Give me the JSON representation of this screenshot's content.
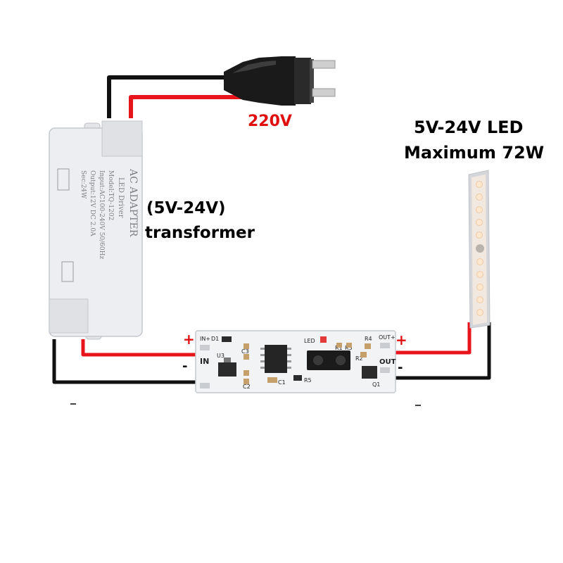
{
  "labels": {
    "mains_voltage": "220V",
    "led_line1": "5V-24V LED",
    "led_line2": "Maximum 72W",
    "transformer_line1": "(5V-24V)",
    "transformer_line2": "transformer"
  },
  "signs": {
    "plus": "+",
    "minus": "-"
  },
  "adapter_text": {
    "title": "AC  ADAPTER",
    "subtitle": "LED Driver",
    "model": "Model:TQ-1202",
    "input": "Input:AC100-240V 50/60Hz",
    "output": "Output:12V DC 2.0A",
    "sec": "Sec:24W"
  },
  "board_text": {
    "in_plus": "IN+",
    "in": "IN",
    "out_plus": "OUT+",
    "out": "OUT",
    "d1": "D1",
    "c3": "C3",
    "u3": "U3",
    "c2": "C2",
    "c1": "C1",
    "r5": "R5",
    "led": "LED",
    "r1": "R1",
    "r3": "R3",
    "r4": "R4",
    "r2": "R2",
    "q1": "Q1"
  },
  "colors": {
    "red_wire": "#e8141c",
    "black_wire": "#111111",
    "board": "#f2f3f5",
    "label_red": "#e01010"
  }
}
